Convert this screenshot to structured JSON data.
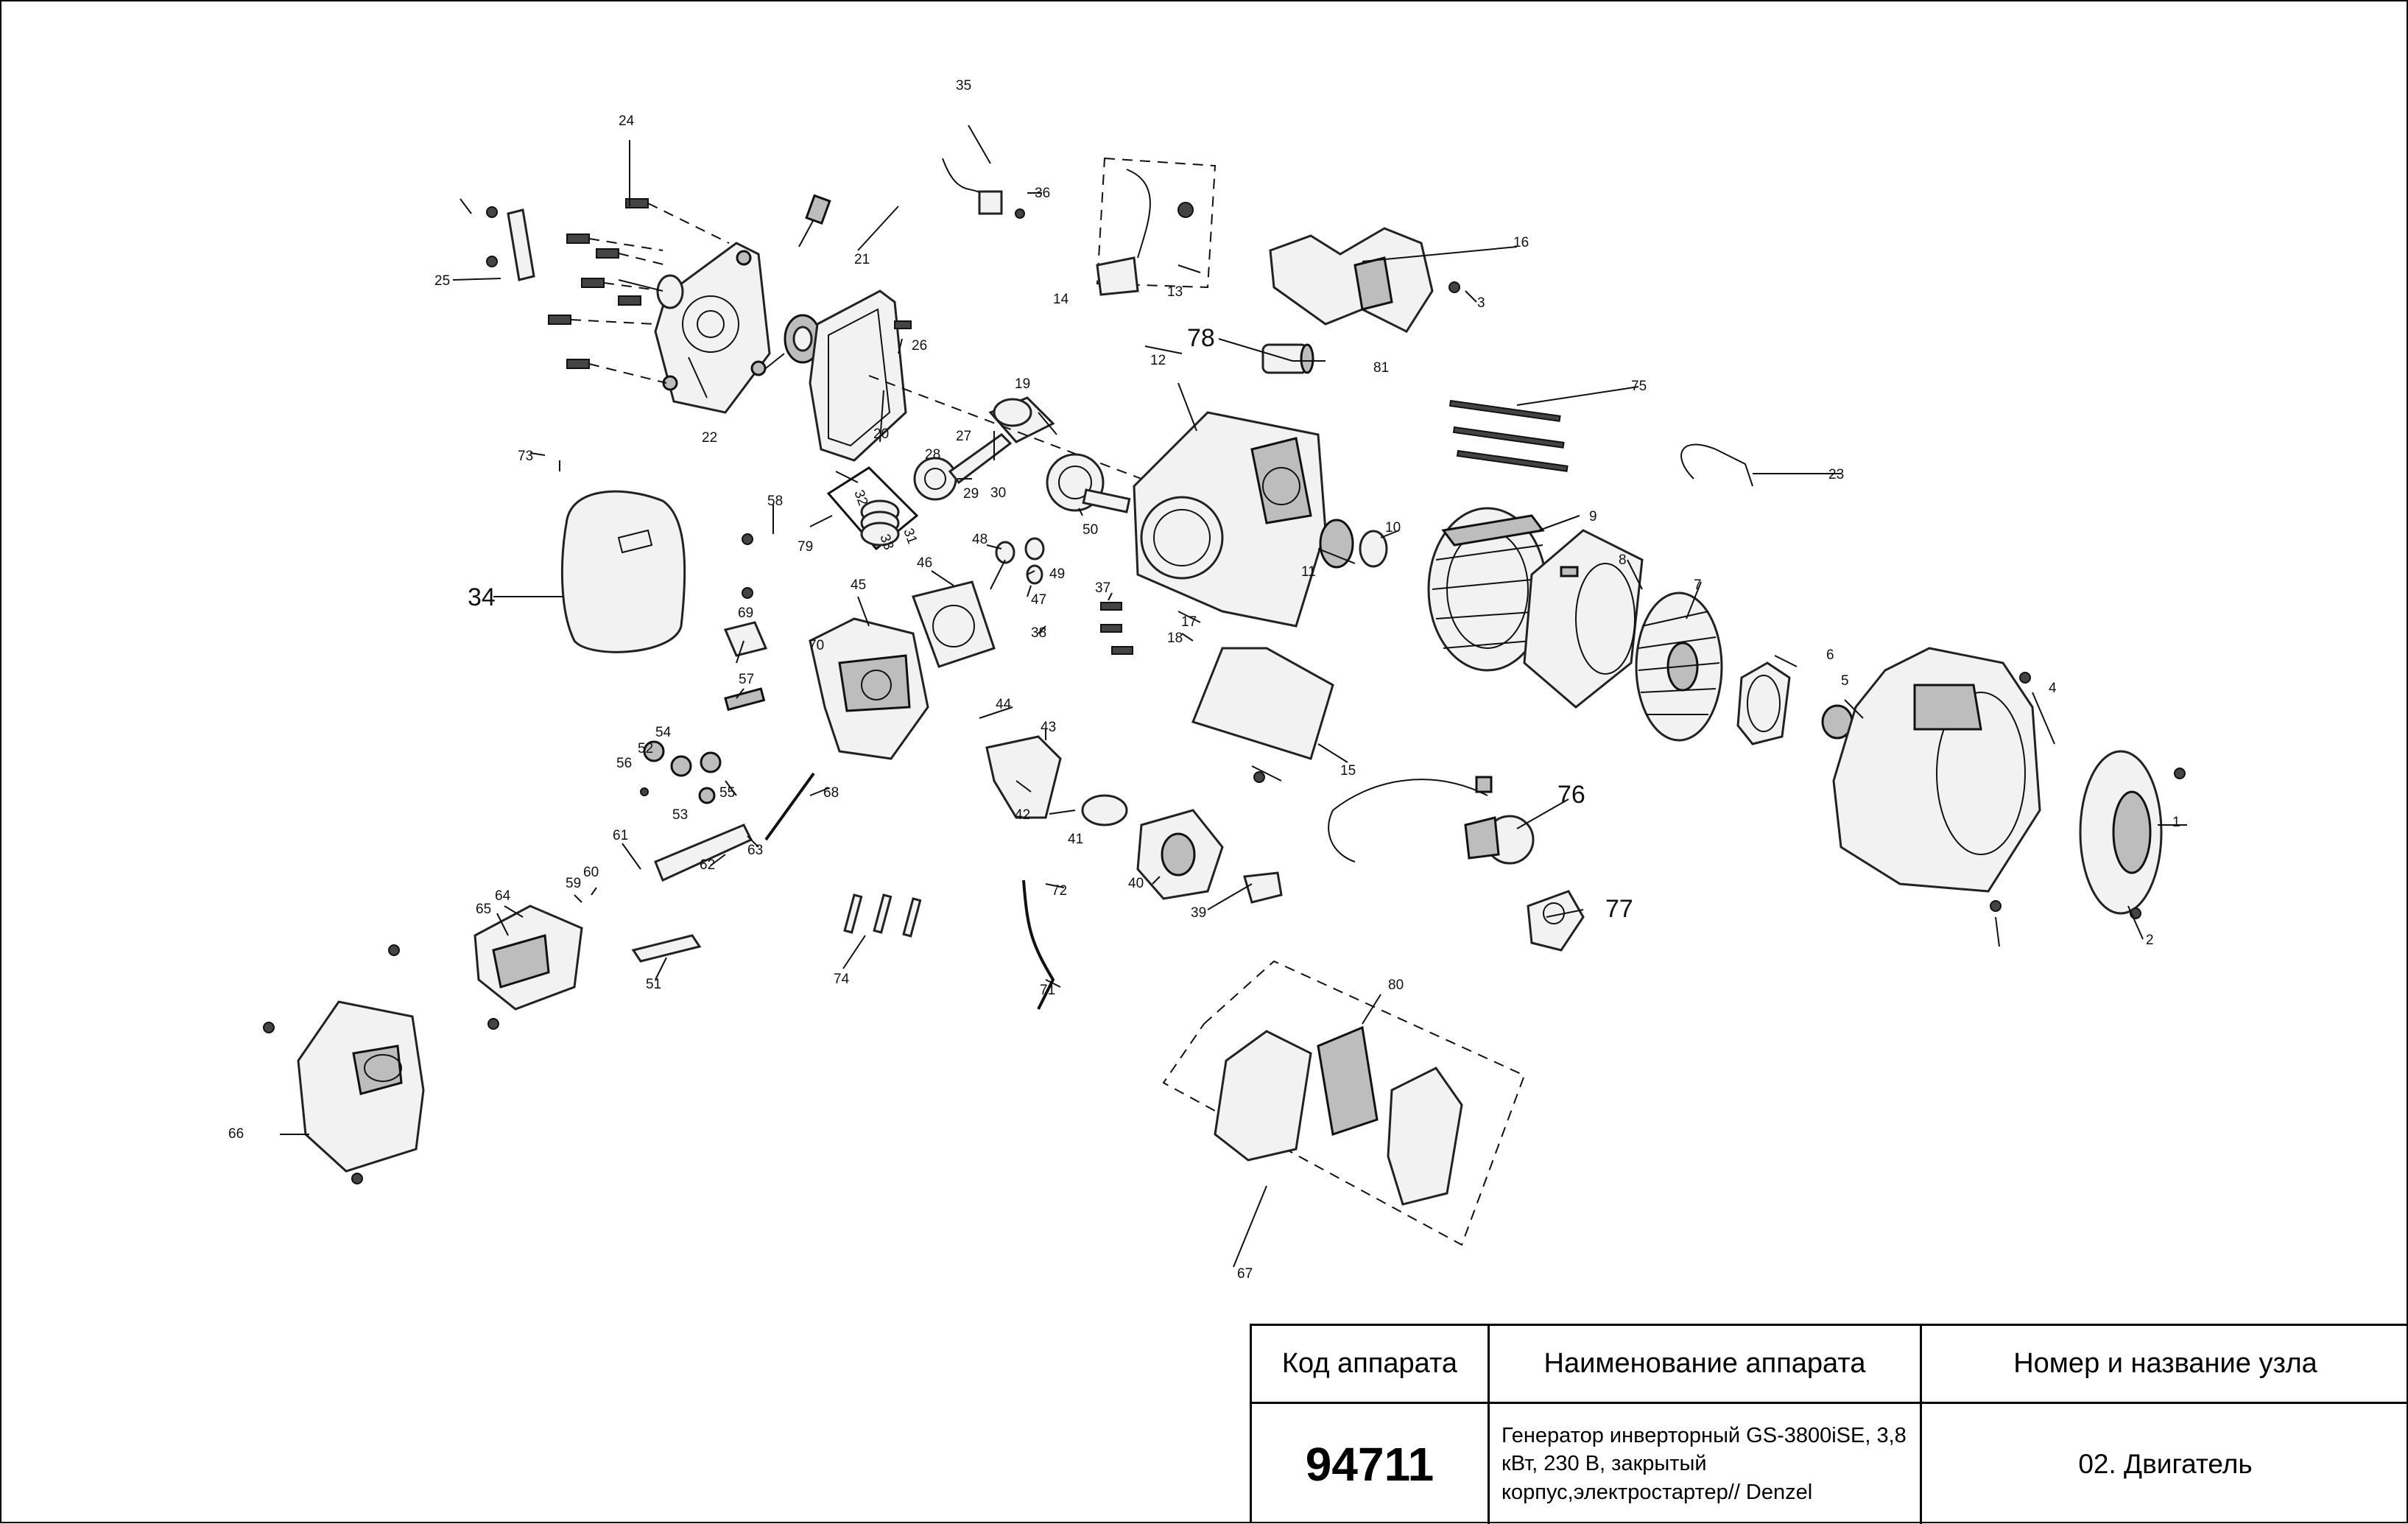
{
  "diagram": {
    "part_labels": [
      "1",
      "2",
      "3",
      "4",
      "5",
      "6",
      "7",
      "8",
      "9",
      "10",
      "11",
      "12",
      "13",
      "14",
      "15",
      "16",
      "17",
      "18",
      "19",
      "20",
      "21",
      "22",
      "23",
      "24",
      "25",
      "26",
      "27",
      "28",
      "29",
      "30",
      "31",
      "32",
      "33",
      "34",
      "35",
      "36",
      "37",
      "38",
      "39",
      "40",
      "41",
      "42",
      "43",
      "44",
      "45",
      "46",
      "47",
      "48",
      "49",
      "50",
      "51",
      "52",
      "53",
      "54",
      "55",
      "56",
      "57",
      "58",
      "59",
      "60",
      "61",
      "62",
      "63",
      "64",
      "65",
      "66",
      "67",
      "68",
      "69",
      "70",
      "71",
      "72",
      "73",
      "74",
      "75",
      "76",
      "77",
      "78",
      "79",
      "80",
      "81"
    ]
  },
  "title_block": {
    "header_code": "Код аппарата",
    "header_name": "Наименование аппарата",
    "header_node": "Номер и название узла",
    "code": "94711",
    "name": "Генератор инверторный GS-3800iSE, 3,8 кВт, 230 В, закрытый корпус,электростартер// Denzel",
    "node": "02. Двигатель"
  }
}
